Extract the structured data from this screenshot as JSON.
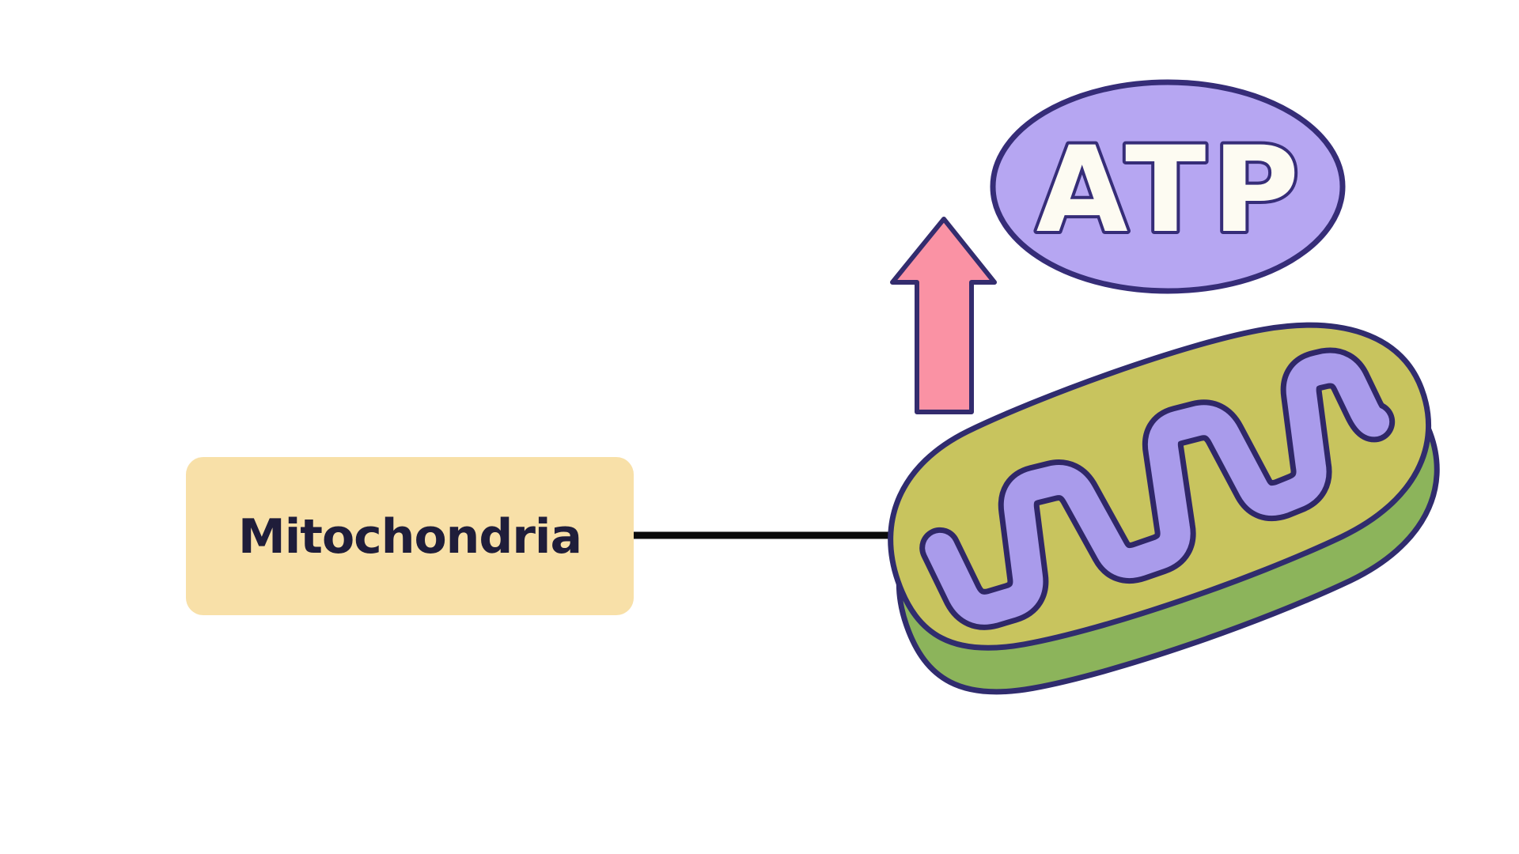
{
  "page": {
    "background": "#FFFFFF"
  },
  "diagram": {
    "title_box": {
      "label": "Mitochondria",
      "fill": "#F8E0A8",
      "text_color": "#1F1D3A"
    },
    "connector": {
      "color": "#0B0B0B"
    },
    "energy_arrow": {
      "direction": "up",
      "fill": "#FA92A4",
      "outline": "#332C6E"
    },
    "atp_bubble": {
      "label": "ATP",
      "fill": "#B6A6F2",
      "outline": "#362D78",
      "label_fill": "#FDFBF2",
      "label_outline": "#362D78"
    },
    "mitochondrion": {
      "top_fill": "#C8C45E",
      "side_fill": "#8CB45B",
      "outline": "#302C6E",
      "cristae_fill": "#A99BEB",
      "cristae_outline": "#2F2768"
    }
  }
}
